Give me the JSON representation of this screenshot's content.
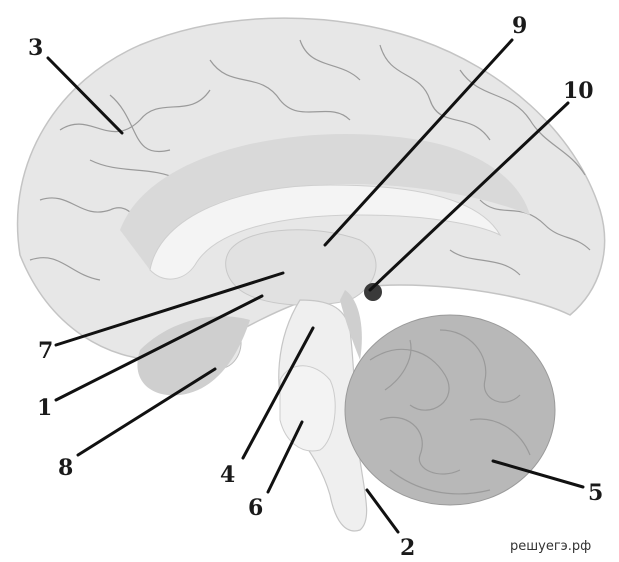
{
  "labels": {
    "l1": "1",
    "l2": "2",
    "l3": "3",
    "l4": "4",
    "l5": "5",
    "l6": "6",
    "l7": "7",
    "l8": "8",
    "l9": "9",
    "l10": "10"
  },
  "watermark": "решуегэ.рф",
  "colors": {
    "cortex": "#e7e7e7",
    "inner": "#d9d9d9",
    "callosum": "#f3f3f3",
    "cerebellum": "#b5b5b5",
    "brainstem": "#ececec",
    "pointer": "#111111"
  }
}
